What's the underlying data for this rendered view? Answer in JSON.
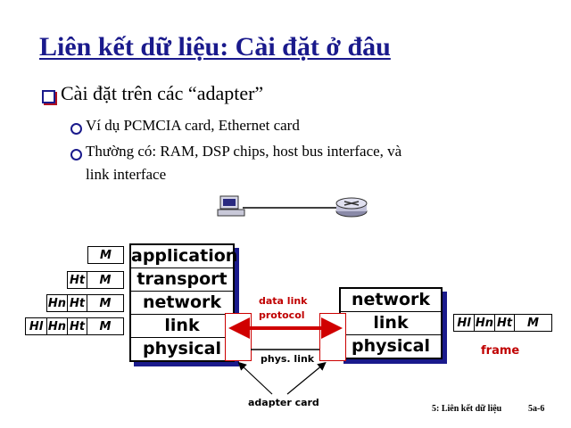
{
  "slide": {
    "title": "Liên kết dữ liệu: Cài đặt ở đâu",
    "bullet1": "Cài đặt trên các “adapter”",
    "sub1": "Ví dụ PCMCIA card, Ethernet card",
    "sub2_line1": "Thường có: RAM, DSP chips, host bus interface, và",
    "sub2_line2": "link interface"
  },
  "left_stack": [
    "application",
    "transport",
    "network",
    "link",
    "physical"
  ],
  "right_stack": [
    "network",
    "link",
    "physical"
  ],
  "headers": {
    "m": "M",
    "ht": "Ht",
    "hn": "Hn",
    "hl": "Hl"
  },
  "labels": {
    "data_link_protocol_line1": "data link",
    "data_link_protocol_line2": "protocol",
    "phys_link": "phys. link",
    "adapter_card": "adapter card",
    "frame": "frame"
  },
  "footer": {
    "chapter": "5: Liên kết dữ liệu",
    "page": "5a-6"
  },
  "colors": {
    "title": "#1a1a8c",
    "accent_red": "#c00000",
    "shadow": "#1a1a8c"
  }
}
